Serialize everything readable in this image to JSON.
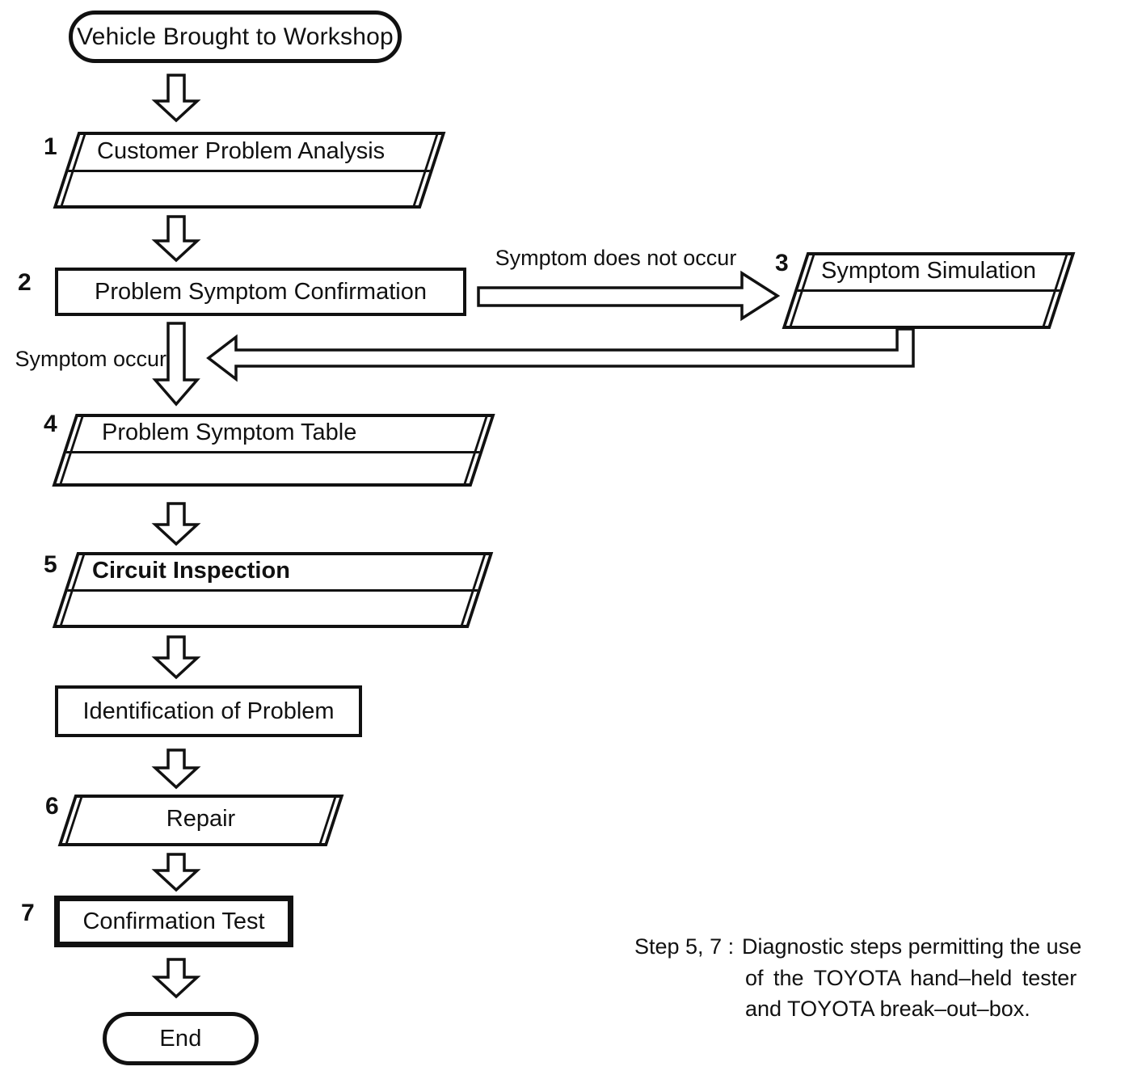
{
  "nodes": {
    "start": "Vehicle Brought to Workshop",
    "s1": "Customer Problem Analysis",
    "s2": "Problem Symptom Confirmation",
    "s3": "Symptom Simulation",
    "s4": "Problem Symptom Table",
    "s5": "Circuit Inspection",
    "ident": "Identification of Problem",
    "s6": "Repair",
    "s7": "Confirmation Test",
    "end": "End"
  },
  "step_numbers": {
    "n1": "1",
    "n2": "2",
    "n3": "3",
    "n4": "4",
    "n5": "5",
    "n6": "6",
    "n7": "7"
  },
  "edge_labels": {
    "symptom_does_not_occur": "Symptom does not occur",
    "symptom_occur": "Symptom occur"
  },
  "note": {
    "prefix": "Step 5, 7 :",
    "line1": "Diagnostic steps permitting the use",
    "line2": "of the TOYOTA hand–held tester",
    "line3": "and TOYOTA break–out–box."
  },
  "colors": {
    "ink": "#111111",
    "paper": "#ffffff"
  }
}
